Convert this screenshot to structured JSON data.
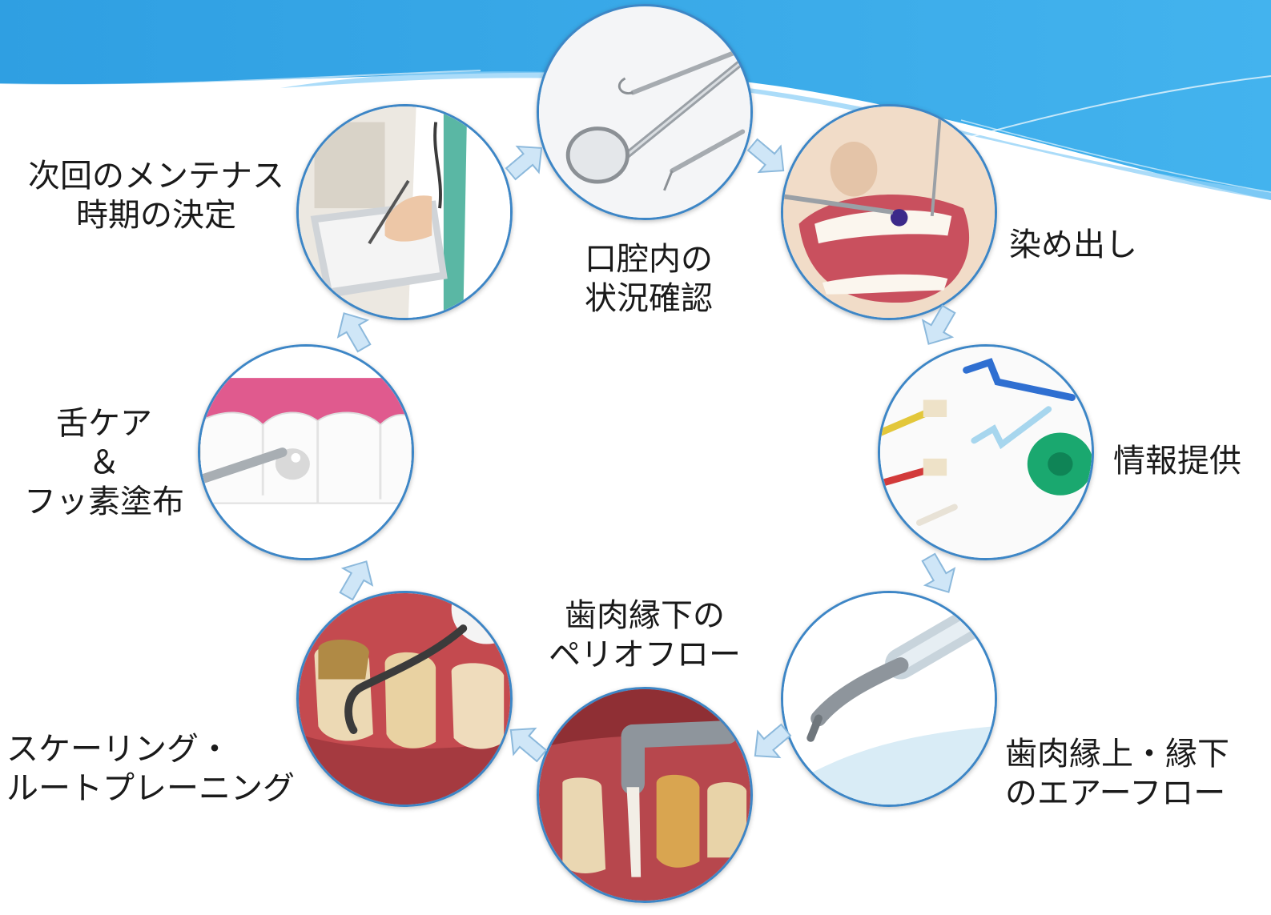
{
  "colors": {
    "banner_dark": "#2f9fe2",
    "banner_light": "#8fd0f7",
    "circle_border": "#3d86c6",
    "arrow_fill": "#cfe6f7",
    "arrow_stroke": "#8cb9dc"
  },
  "steps": [
    {
      "name": "oral-exam",
      "icon": "dental-mirror-explorer-icon",
      "lines": [
        "口腔内の",
        "状況確認"
      ]
    },
    {
      "name": "disclosing",
      "icon": "disclosing-agent-mouth-icon",
      "lines": [
        "染め出し"
      ]
    },
    {
      "name": "info-provision",
      "icon": "toothbrush-floss-icon",
      "lines": [
        "情報提供"
      ]
    },
    {
      "name": "air-flow",
      "icon": "airflow-handpiece-icon",
      "lines": [
        "歯肉縁上・縁下",
        "のエアーフロー"
      ]
    },
    {
      "name": "perio-flow",
      "icon": "perio-flow-nozzle-icon",
      "lines": [
        "歯肉縁下の",
        "ペリオフロー"
      ]
    },
    {
      "name": "scaling",
      "icon": "scaler-teeth-icon",
      "lines": [
        "スケーリング・",
        "ルートプレーニング"
      ]
    },
    {
      "name": "tongue-fluoride",
      "icon": "fluoride-application-icon",
      "lines": [
        "舌ケア",
        "＆",
        "フッ素塗布"
      ]
    },
    {
      "name": "next-schedule",
      "icon": "doctor-clipboard-icon",
      "lines": [
        "次回のメンテナス",
        "時期の決定"
      ]
    }
  ]
}
